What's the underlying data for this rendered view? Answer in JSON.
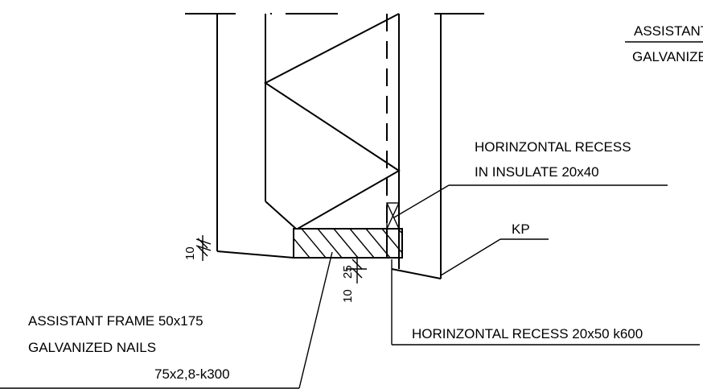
{
  "labels": {
    "top_right_line1": "ASSISTANT",
    "top_right_line2": "GALVANIZED",
    "recess_insulate_line1": "HORINZONTAL RECESS",
    "recess_insulate_line2": "IN INSULATE 20x40",
    "kp": "KP",
    "frame_line1": "ASSISTANT FRAME 50x175",
    "frame_line2": "GALVANIZED NAILS",
    "frame_line3": "75x2,8-k300",
    "recess_bottom": "HORINZONTAL RECESS 20x50 k600"
  },
  "dimensions": {
    "left_10": "10",
    "mid_25": "25",
    "mid_10": "10"
  }
}
